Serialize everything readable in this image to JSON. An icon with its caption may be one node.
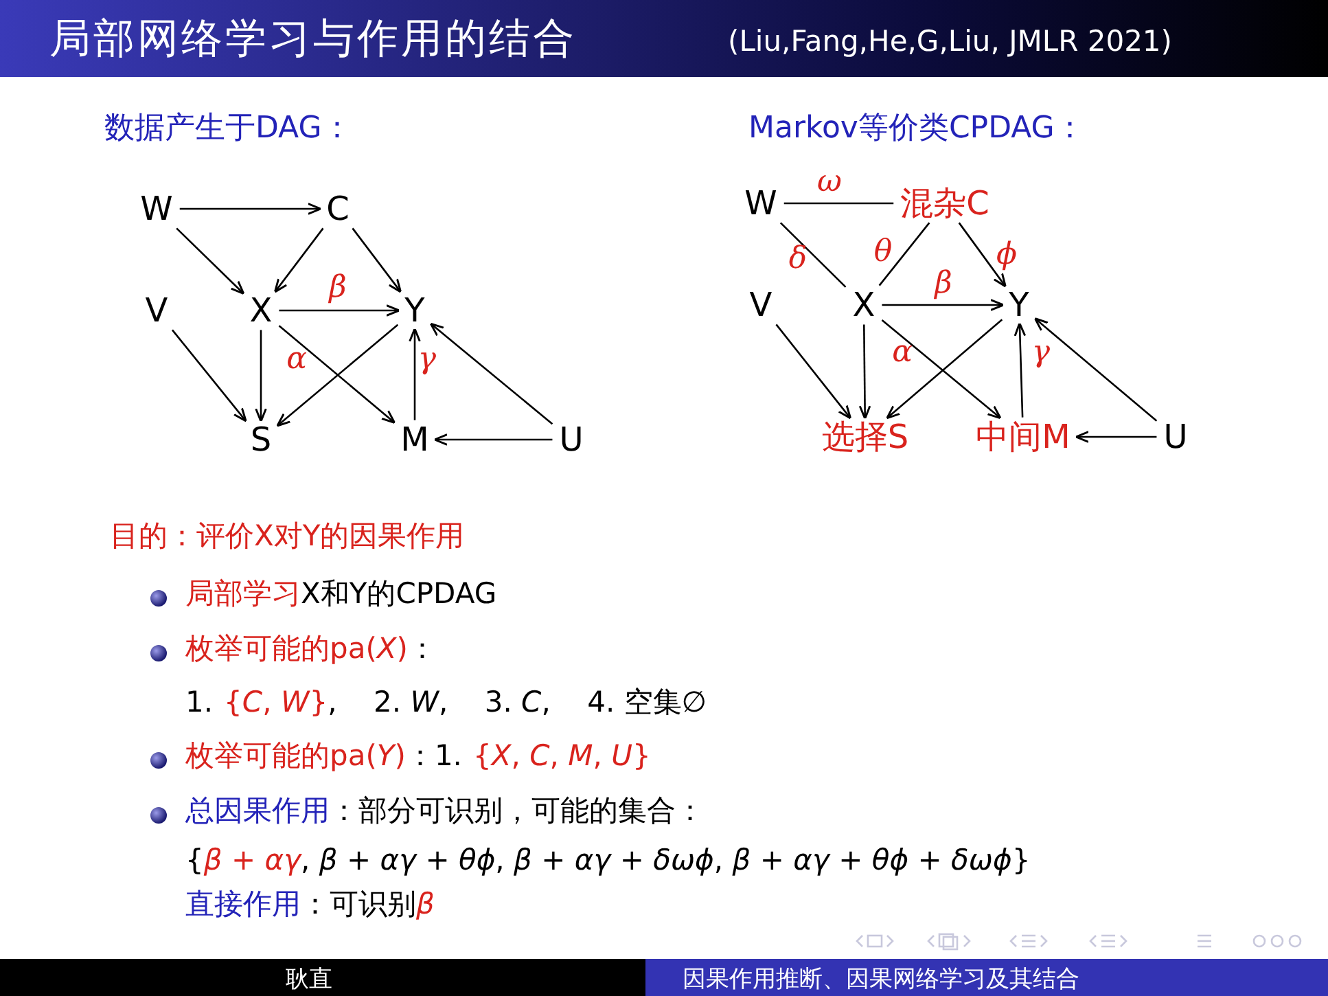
{
  "diagram": {
    "title": "局部网络学习与作用的结合",
    "nodes": [
      {
        "text": [
          "W"
        ]
      },
      {
        "text": [
          "C"
        ]
      },
      {
        "text": [
          "V"
        ]
      },
      {
        "text": [
          "X"
        ]
      },
      {
        "text": [
          "Y"
        ]
      },
      {
        "text": [
          "S"
        ]
      },
      {
        "text": [
          "M"
        ]
      },
      {
        "text": [
          "U"
        ]
      },
      {
        "text": [
          "W"
        ]
      },
      {
        "text": [
          "混杂C"
        ]
      },
      {
        "text": [
          "V"
        ]
      },
      {
        "text": [
          "X"
        ]
      },
      {
        "text": [
          "Y"
        ]
      },
      {
        "text": [
          "选择S"
        ]
      },
      {
        "text": [
          "中间M"
        ]
      },
      {
        "text": [
          "U"
        ]
      }
    ],
    "edges": [
      {
        "from": 0,
        "to": 1,
        "arrow": "to"
      },
      {
        "from": 0,
        "to": 3,
        "arrow": "to"
      },
      {
        "from": 1,
        "to": 3,
        "arrow": "to"
      },
      {
        "from": 1,
        "to": 4,
        "arrow": "to"
      },
      {
        "from": 3,
        "to": 4,
        "arrow": "to",
        "label": "β"
      },
      {
        "from": 2,
        "to": 5,
        "arrow": "to"
      },
      {
        "from": 3,
        "to": 5,
        "arrow": "to"
      },
      {
        "from": 3,
        "to": 6,
        "arrow": "to",
        "label": "α"
      },
      {
        "from": 4,
        "to": 5,
        "arrow": "to"
      },
      {
        "from": 6,
        "to": 4,
        "arrow": "to",
        "label": "γ"
      },
      {
        "from": 7,
        "to": 4,
        "arrow": "to"
      },
      {
        "from": 7,
        "to": 6,
        "arrow": "to"
      },
      {
        "from": 8,
        "to": 9,
        "arrow": "none",
        "label": "ω"
      },
      {
        "from": 8,
        "to": 11,
        "arrow": "none",
        "label": "δ"
      },
      {
        "from": 9,
        "to": 11,
        "arrow": "none",
        "label": "θ"
      },
      {
        "from": 9,
        "to": 12,
        "arrow": "to",
        "label": "ϕ"
      },
      {
        "from": 11,
        "to": 12,
        "arrow": "to",
        "label": "β"
      },
      {
        "from": 10,
        "to": 13,
        "arrow": "to"
      },
      {
        "from": 11,
        "to": 13,
        "arrow": "to"
      },
      {
        "from": 11,
        "to": 14,
        "arrow": "to",
        "label": "α"
      },
      {
        "from": 12,
        "to": 13,
        "arrow": "to"
      },
      {
        "from": 14,
        "to": 12,
        "arrow": "to",
        "label": "γ"
      },
      {
        "from": 15,
        "to": 12,
        "arrow": "to"
      },
      {
        "from": 15,
        "to": 14,
        "arrow": "to"
      }
    ],
    "labels": [
      "(Liu,Fang,He,G,Liu, JMLR 2021)",
      "数据产生于DAG：",
      "Markov等价类CPDAG：",
      "目的：评价X对Y的因果作用",
      "局部学习",
      "X和Y的CPDAG",
      "枚举可能的pa(*X*)",
      "：",
      "1.",
      "{*C*, *W*}",
      ",    2. *W*,    3. *C*,    4. 空集∅",
      "枚举可能的pa(*Y*)",
      "：1.",
      "{*X*, *C*, *M*, *U*}",
      "总因果作用",
      "：部分可识别，可能的集合：",
      "{",
      "*β* + *αγ*",
      ", *β* + *αγ* + *θϕ*, *β* + *αγ* + *δωϕ*, *β* + *αγ* + *θϕ* + *δωϕ*}",
      "直接作用",
      "：可识别",
      "*β*",
      "耿直",
      "因果作用推断、因果网络学习及其结合"
    ]
  }
}
